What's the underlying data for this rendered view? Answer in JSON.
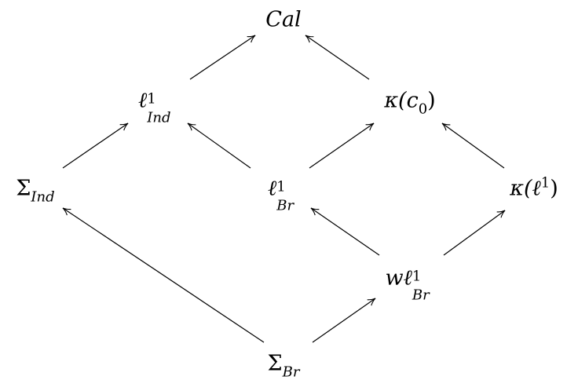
{
  "nodes": {
    "cal": {
      "main": "Cal"
    },
    "l1_ind": {
      "main": "ℓ",
      "sup": "1",
      "sub": "Ind"
    },
    "kappa_c0": {
      "pre": "κ(",
      "main": "c",
      "sub": "0",
      "post": ")"
    },
    "sigma_ind": {
      "main": "Σ",
      "sub": "Ind"
    },
    "l1_br": {
      "main": "ℓ",
      "sup": "1",
      "sub": "Br"
    },
    "kappa_l1": {
      "pre": "κ(",
      "main": "ℓ",
      "sup": "1",
      "post": ")"
    },
    "wl1_br": {
      "pre": "w",
      "main": "ℓ",
      "sup": "1",
      "sub": "Br"
    },
    "sigma_br": {
      "main": "Σ",
      "sub": "Br"
    }
  },
  "edges": [
    {
      "from": "l1_ind",
      "to": "cal"
    },
    {
      "from": "kappa_c0",
      "to": "cal"
    },
    {
      "from": "sigma_ind",
      "to": "l1_ind"
    },
    {
      "from": "l1_br",
      "to": "l1_ind"
    },
    {
      "from": "l1_br",
      "to": "kappa_c0"
    },
    {
      "from": "kappa_l1",
      "to": "kappa_c0"
    },
    {
      "from": "wl1_br",
      "to": "l1_br"
    },
    {
      "from": "wl1_br",
      "to": "kappa_l1"
    },
    {
      "from": "sigma_br",
      "to": "sigma_ind"
    },
    {
      "from": "sigma_br",
      "to": "wl1_br"
    }
  ]
}
